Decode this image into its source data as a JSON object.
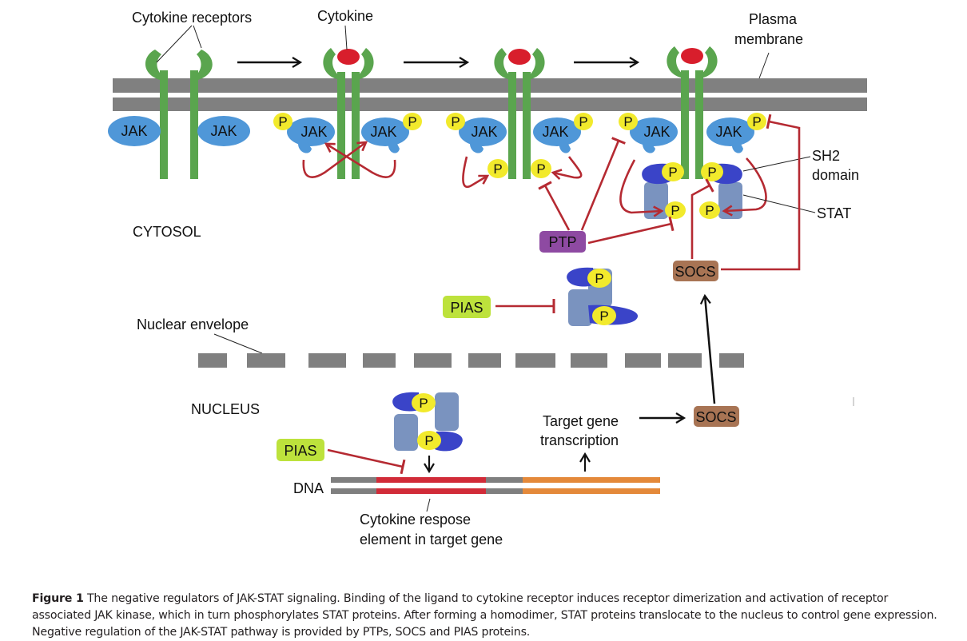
{
  "figure": {
    "labels": {
      "cytokine_receptors": "Cytokine receptors",
      "cytokine": "Cytokine",
      "plasma_membrane_1": "Plasma",
      "plasma_membrane_2": "membrane",
      "sh2_domain_1": "SH2",
      "sh2_domain_2": "domain",
      "stat": "STAT",
      "cytosol": "CYTOSOL",
      "nuclear_envelope": "Nuclear envelope",
      "nucleus": "NUCLEUS",
      "target_gene_1": "Target gene",
      "target_gene_2": "transcription",
      "dna": "DNA",
      "cre_1": "Cytokine respose",
      "cre_2": "element in target gene"
    },
    "jak": "JAK",
    "phospho": "P",
    "regulators": {
      "ptp": "PTP",
      "socs_cytosol": "SOCS",
      "socs_nucleus": "SOCS",
      "pias_cytosol": "PIAS",
      "pias_nucleus": "PIAS"
    },
    "colors": {
      "membrane": "#808080",
      "receptor": "#5aa54e",
      "cytokine": "#d81e2c",
      "jak": "#4f97d8",
      "phosphate": "#f2ea2c",
      "sh2": "#3a44c8",
      "stat": "#7a93bf",
      "inhibition": "#b52a32",
      "ptp": "#8e4aa2",
      "socs": "#a87454",
      "pias": "#bde23c",
      "dna_gray": "#7f7f7f",
      "dna_cre": "#d12b38",
      "dna_gene": "#e4893a"
    }
  },
  "caption": {
    "label": "Figure 1",
    "text": "The negative regulators of JAK-STAT signaling. Binding of the ligand to cytokine receptor induces receptor dimerization and activation of receptor associated JAK kinase, which in turn phosphorylates STAT proteins. After forming a homodimer, STAT proteins translocate to the nucleus to control gene expression. Negative regulation of the JAK-STAT pathway is provided by PTPs, SOCS and PIAS proteins."
  }
}
